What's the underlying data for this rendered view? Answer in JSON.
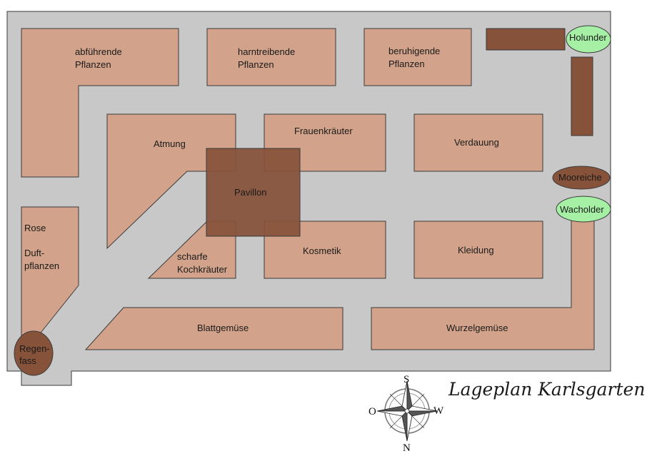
{
  "colors": {
    "path": "#c8c8c8",
    "bed": "#d2a38a",
    "pavilion": "#86523a",
    "hedge": "#86523a",
    "tree_green": "#a5f0a5",
    "stroke": "#3a3a3a"
  },
  "map": {
    "title": "Lageplan Karlsgarten",
    "beds": {
      "abfuehrende": [
        "abführende",
        "Pflanzen"
      ],
      "harntreibende": [
        "harntreibende",
        "Pflanzen"
      ],
      "beruhigende": [
        "beruhigende",
        "Pflanzen"
      ],
      "atmung": "Atmung",
      "frauenkraeuter": "Frauenkräuter",
      "verdauung": "Verdauung",
      "pavillon": "Pavillon",
      "rose": "Rose",
      "duftpflanzen": [
        "Duft-",
        "pflanzen"
      ],
      "scharfe": [
        "scharfe",
        "Kochkräuter"
      ],
      "kosmetik": "Kosmetik",
      "kleidung": "Kleidung",
      "blattgemuese": "Blattgemüse",
      "wurzelgemuese": "Wurzelgemüse"
    },
    "trees": {
      "holunder": "Holunder",
      "mooreiche": "Mooreiche",
      "wacholder": "Wacholder",
      "regenfass": [
        "Regen-",
        "fass"
      ]
    },
    "compass": {
      "top": "S",
      "bottom": "N",
      "left": "O",
      "right": "W"
    }
  }
}
